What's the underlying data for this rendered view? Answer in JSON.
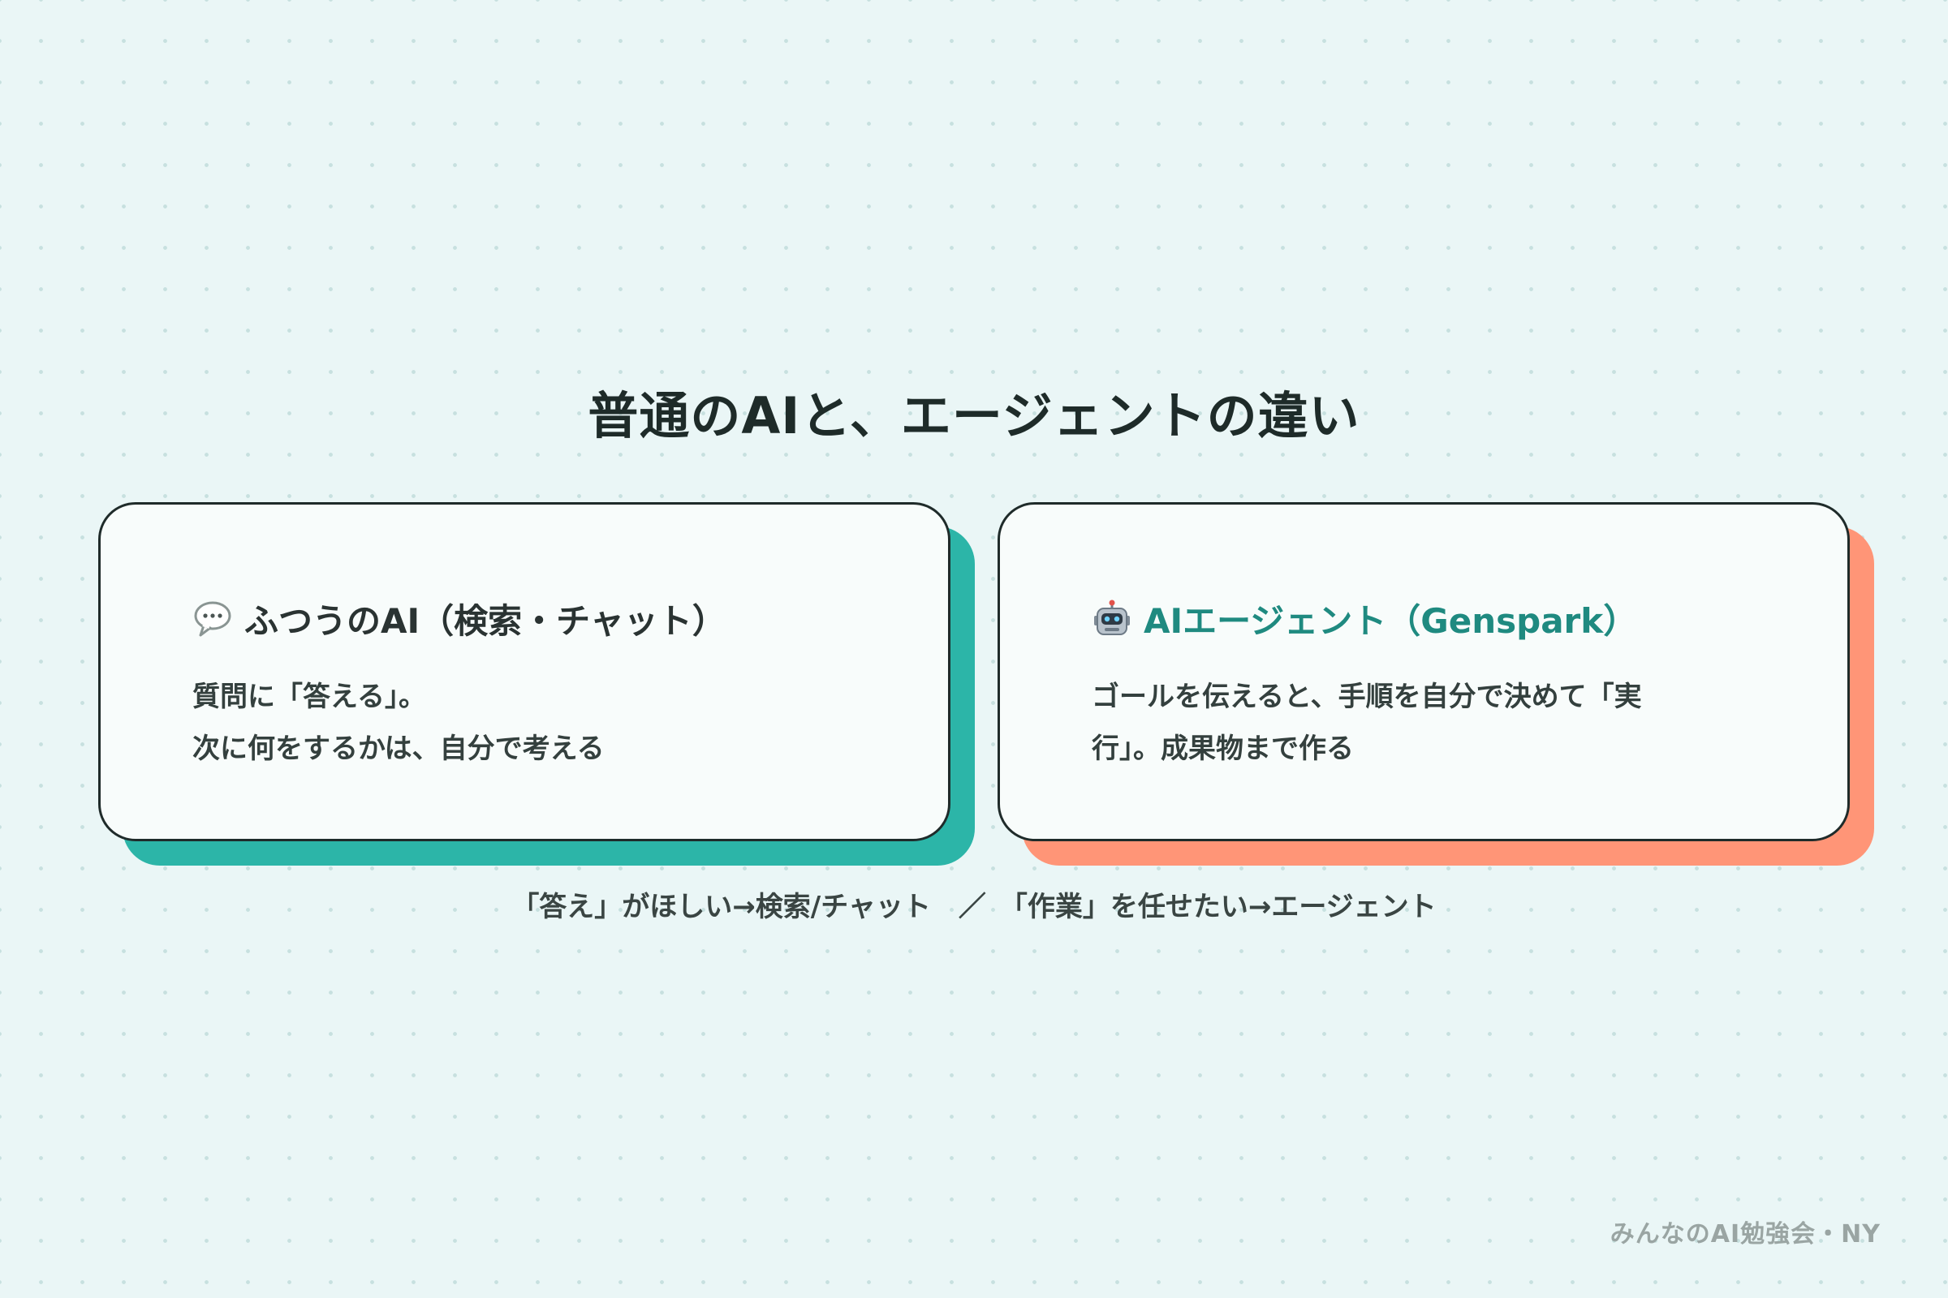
{
  "title": "普通のAIと、エージェントの違い",
  "cards": [
    {
      "icon": "speech-bubble-icon",
      "heading": "ふつうのAI（検索・チャット）",
      "body_lines": [
        "質問に「答える」。",
        "次に何をするかは、自分で考える"
      ],
      "accent_color": "#2cb5a8"
    },
    {
      "icon": "robot-icon",
      "heading": "AIエージェント（Genspark）",
      "body_lines": [
        "ゴールを伝えると、手順を自分で決めて「実",
        "行」。成果物まで作る"
      ],
      "accent_color": "#ff9577",
      "heading_color": "#1f8a80"
    }
  ],
  "caption": "「答え」がほしい→検索/チャット　／　「作業」を任せたい→エージェント",
  "footer": "みんなのAI勉強会・NY"
}
